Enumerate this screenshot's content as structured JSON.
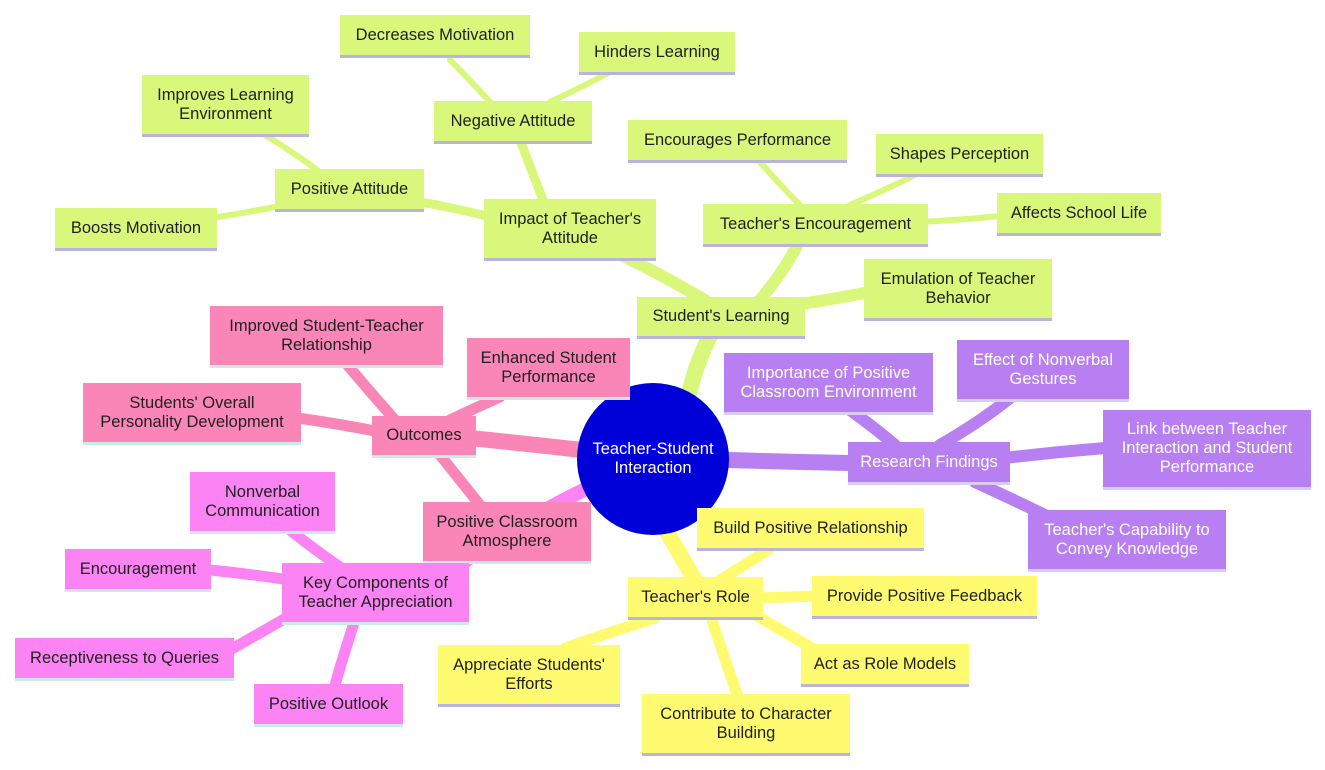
{
  "mindmap": {
    "root": "Teacher-Student\nInteraction",
    "colors": {
      "green": "#d9f77a",
      "pink": "#fa86b8",
      "magenta": "#fb83f3",
      "violet": "#b77ff2",
      "yellow": "#fffb70",
      "root": "#0000d9"
    },
    "students_learning": {
      "label": "Student's Learning",
      "emulation": "Emulation of Teacher\nBehavior",
      "impact": {
        "label": "Impact of Teacher's\nAttitude",
        "positive": {
          "label": "Positive Attitude",
          "improves": "Improves Learning\nEnvironment",
          "boosts": "Boosts Motivation"
        },
        "negative": {
          "label": "Negative Attitude",
          "decreases": "Decreases Motivation",
          "hinders": "Hinders Learning"
        }
      },
      "encouragement": {
        "label": "Teacher's Encouragement",
        "performance": "Encourages Performance",
        "perception": "Shapes Perception",
        "school_life": "Affects School Life"
      }
    },
    "outcomes": {
      "label": "Outcomes",
      "relationship": "Improved Student-Teacher\nRelationship",
      "performance": "Enhanced Student\nPerformance",
      "personality": "Students' Overall\nPersonality Development",
      "atmosphere": "Positive Classroom\nAtmosphere"
    },
    "appreciation": {
      "label": "Key Components of\nTeacher Appreciation",
      "nonverbal": "Nonverbal\nCommunication",
      "encouragement": "Encouragement",
      "queries": "Receptiveness to Queries",
      "outlook": "Positive Outlook"
    },
    "research": {
      "label": "Research Findings",
      "environment": "Importance of Positive\nClassroom Environment",
      "gestures": "Effect of Nonverbal\nGestures",
      "link": "Link between Teacher\nInteraction and Student\nPerformance",
      "capability": "Teacher's Capability to\nConvey Knowledge"
    },
    "teachers_role": {
      "label": "Teacher's Role",
      "relationship": "Build Positive Relationship",
      "feedback": "Provide Positive Feedback",
      "role_models": "Act as Role Models",
      "character": "Contribute to Character\nBuilding",
      "efforts": "Appreciate Students'\nEfforts"
    }
  }
}
